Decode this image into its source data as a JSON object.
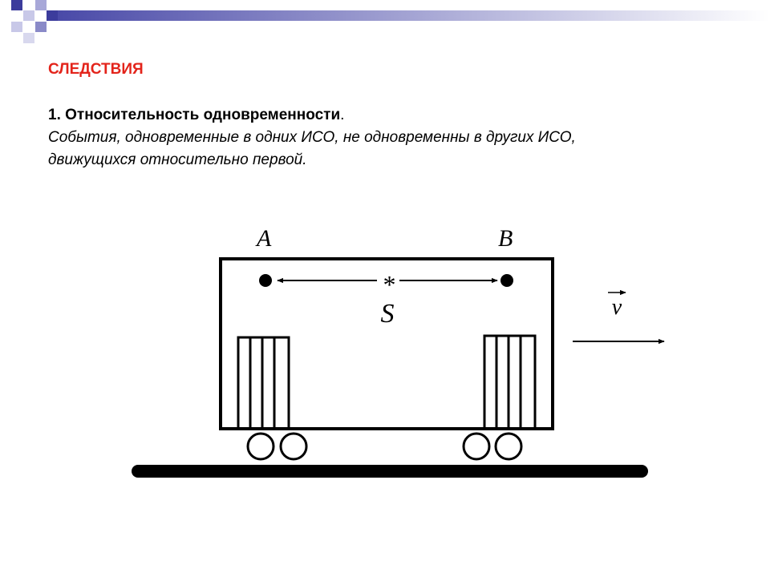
{
  "slide": {
    "heading": "СЛЕДСТВИЯ",
    "item_title": "1. Относительность одновременности",
    "item_title_period": ".",
    "description_line1": "События, одновременные в одних ИСО, не одновременны в других ИСО,",
    "description_line2": "движущихся относительно первой.",
    "accent_color": "#e3241b",
    "decoration_color": "#4a4aa8"
  },
  "diagram": {
    "label_a": "A",
    "label_b": "B",
    "label_star": "*",
    "label_s": "S",
    "label_v": "v"
  }
}
